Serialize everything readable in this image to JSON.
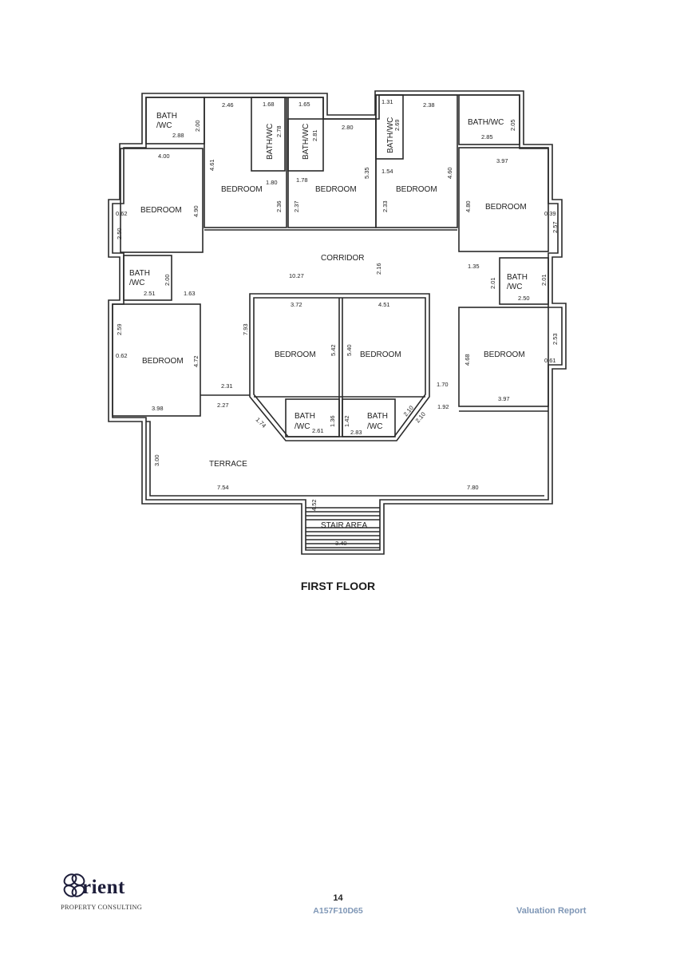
{
  "plan": {
    "title": "FIRST FLOOR",
    "rooms": {
      "bath_top_left": "BATH",
      "bath_top_left_2": "/WC",
      "bathwc_a": "BATH/WC",
      "bathwc_b": "BATH/WC",
      "bathwc_c": "BATH/WC",
      "bathwc_top_right": "BATH/WC",
      "bedroom_left_upper": "BEDROOM",
      "bedroom_tm1": "BEDROOM",
      "bedroom_tm2": "BEDROOM",
      "bedroom_tm3": "BEDROOM",
      "bedroom_right_upper": "BEDROOM",
      "corridor": "CORRIDOR",
      "bath_left_mid": "BATH",
      "bath_left_mid_2": "/WC",
      "bath_right_mid": "BATH",
      "bath_right_mid_2": "/WC",
      "bedroom_left_lower": "BEDROOM",
      "bedroom_center_left": "BEDROOM",
      "bedroom_center_right": "BEDROOM",
      "bedroom_right_lower": "BEDROOM",
      "bath_center_left": "BATH",
      "bath_center_left_2": "/WC",
      "bath_center_right": "BATH",
      "bath_center_right_2": "/WC",
      "terrace": "TERRACE",
      "stair": "STAIR AREA"
    },
    "dims": {
      "d200a": "2.00",
      "d288": "2.88",
      "d246": "2.46",
      "d168": "1.68",
      "d278": "2.78",
      "d165": "1.65",
      "d281": "2.81",
      "d280": "2.80",
      "d131": "1.31",
      "d269": "2.69",
      "d238": "2.38",
      "d205": "2.05",
      "d285": "2.85",
      "d400": "4.00",
      "d461": "4.61",
      "d180": "1.80",
      "d178": "1.78",
      "d535": "5.35",
      "d154": "1.54",
      "d460": "4.60",
      "d397a": "3.97",
      "d062a": "0.62",
      "d490": "4.90",
      "d250a": "2.50",
      "d236": "2.36",
      "d237": "2.37",
      "d233": "2.33",
      "d480": "4.80",
      "d039": "0.39",
      "d257": "2.57",
      "d1027": "10.27",
      "d216": "2.16",
      "d135": "1.35",
      "d200b": "2.00",
      "d251": "2.51",
      "d163": "1.63",
      "d201a": "2.01",
      "d201b": "2.01",
      "d250b": "2.50",
      "d372": "3.72",
      "d451": "4.51",
      "d259": "2.59",
      "d793": "7.93",
      "d542": "5.42",
      "d540": "5.40",
      "d062b": "0.62",
      "d472": "4.72",
      "d468": "4.68",
      "d253": "2.53",
      "d061": "0.61",
      "d231": "2.31",
      "d170": "1.70",
      "d227": "2.27",
      "d192": "1.92",
      "d397b": "3.97",
      "d398": "3.98",
      "d174": "1.74",
      "d136": "1.36",
      "d142": "1.42",
      "d210a": "2.10",
      "d210b": "2.10",
      "d261": "2.61",
      "d283": "2.83",
      "d300": "3.00",
      "d754": "7.54",
      "d780": "7.80",
      "d452": "4.52",
      "d340": "3.40"
    }
  },
  "footer": {
    "logo_word": "rient",
    "logo_sub": "PROPERTY CONSULTING",
    "page_number": "14",
    "ref_code": "A157F10D65",
    "report_label": "Valuation Report"
  }
}
